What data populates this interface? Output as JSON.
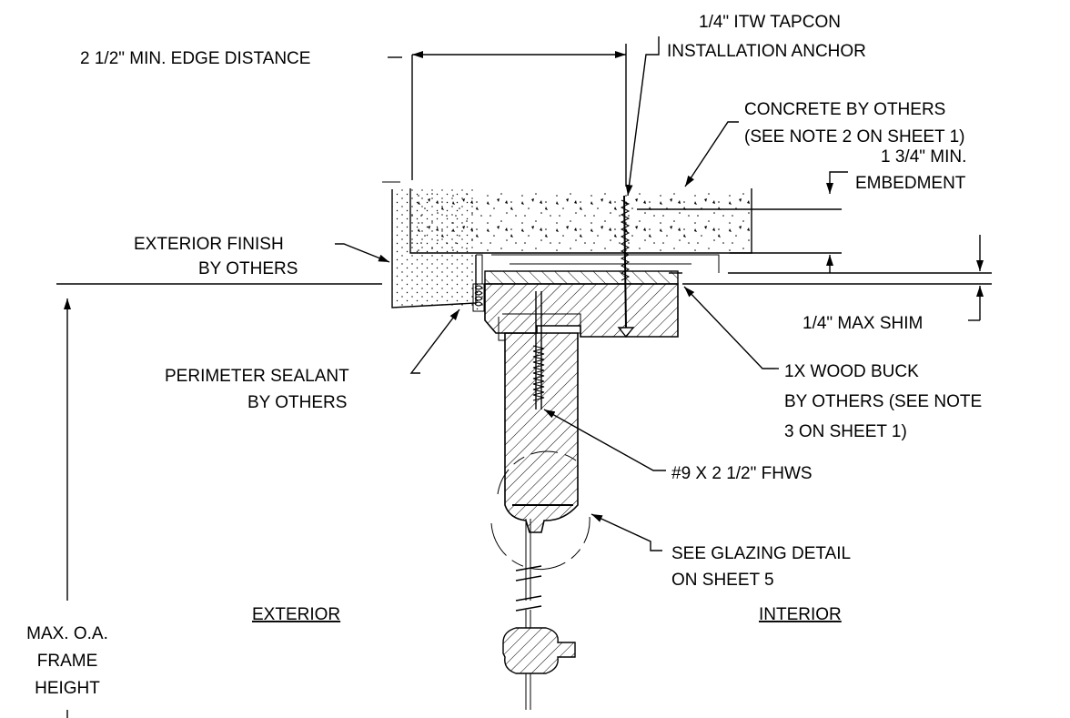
{
  "labels": {
    "edge_distance": "2 1/2\" MIN. EDGE DISTANCE",
    "anchor_line1": "1/4\" ITW TAPCON",
    "anchor_line2": "INSTALLATION ANCHOR",
    "concrete_line1": "CONCRETE BY OTHERS",
    "concrete_line2": "(SEE NOTE 2 ON SHEET 1)",
    "embedment_line1": "1 3/4\" MIN.",
    "embedment_line2": "EMBEDMENT",
    "finish_line1": "EXTERIOR FINISH",
    "finish_line2": "BY OTHERS",
    "shim": "1/4\" MAX SHIM",
    "sealant_line1": "PERIMETER SEALANT",
    "sealant_line2": "BY OTHERS",
    "buck_line1": "1X WOOD BUCK",
    "buck_line2": "BY OTHERS (SEE NOTE",
    "buck_line3": "3 ON SHEET 1)",
    "screw": "#9 X 2 1/2\" FHWS",
    "glazing_line1": "SEE GLAZING DETAIL",
    "glazing_line2": "ON SHEET 5",
    "exterior": "EXTERIOR",
    "interior": "INTERIOR",
    "frame_line1": "MAX. O.A.",
    "frame_line2": "FRAME",
    "frame_line3": "HEIGHT"
  }
}
